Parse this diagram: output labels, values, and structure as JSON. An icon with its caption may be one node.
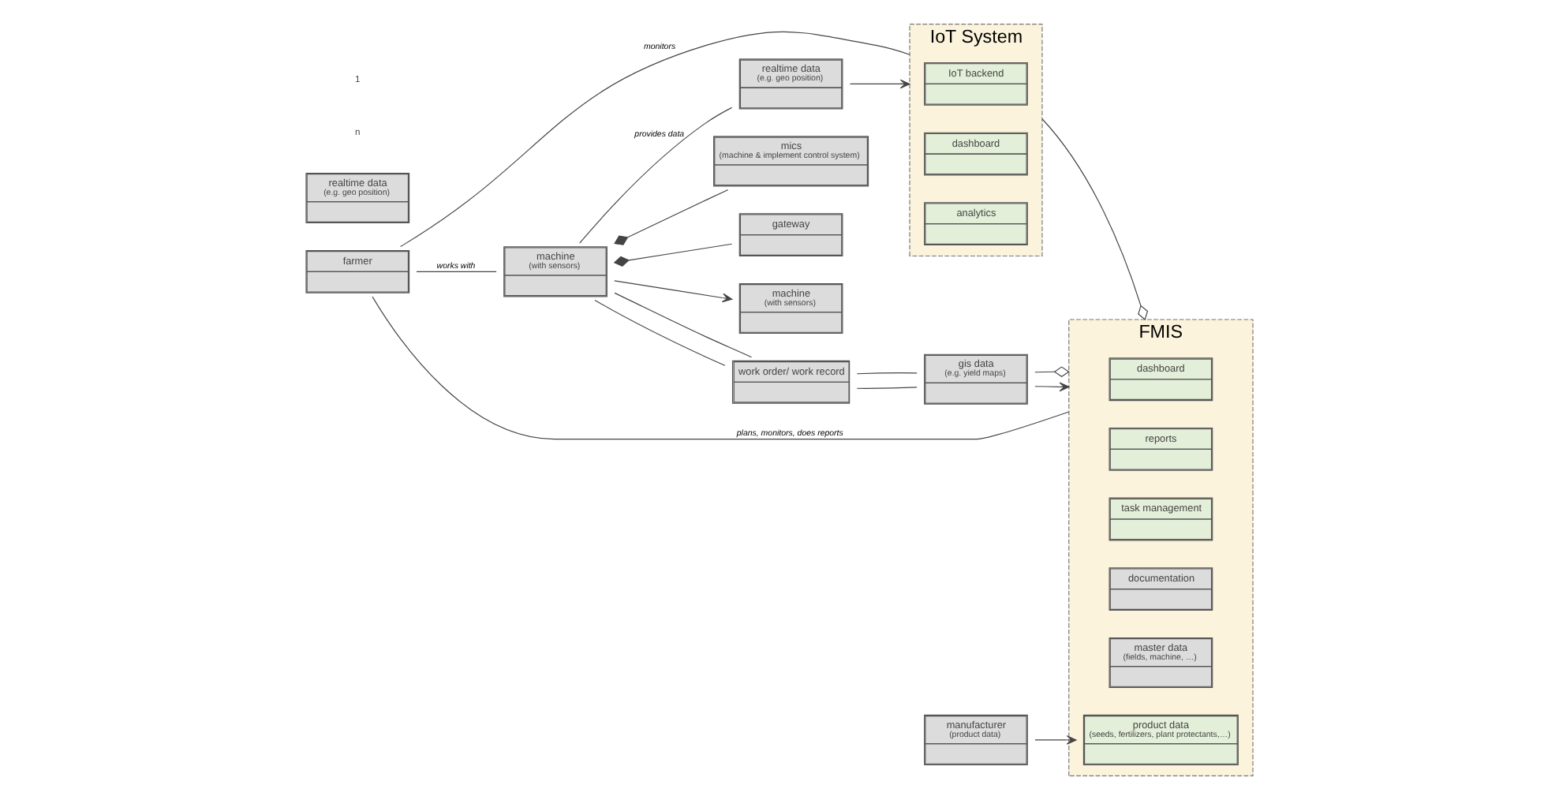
{
  "diagram": {
    "nodes": [
      {
        "text": [
          "farmer"
        ]
      },
      {
        "text": [
          "IoT System"
        ]
      },
      {
        "text": [
          "IoT backend"
        ],
        "in": 1
      },
      {
        "text": [
          "dashboard"
        ],
        "in": 1
      },
      {
        "text": [
          "analytics"
        ],
        "in": 1
      },
      {
        "text": [
          "realtime data",
          "(e.g. geo position)"
        ]
      },
      {
        "text": [
          "FMIS"
        ]
      },
      {
        "text": [
          "dashboard"
        ],
        "in": 6
      },
      {
        "text": [
          "reports"
        ],
        "in": 6
      },
      {
        "text": [
          "task management"
        ],
        "in": 6
      },
      {
        "text": [
          "documentation"
        ],
        "in": 6
      },
      {
        "text": [
          "master data",
          "(fields, machine, …)"
        ],
        "in": 6
      },
      {
        "text": [
          "product data",
          "(seeds, fertilizers, plant protectants,…)"
        ],
        "in": 6
      },
      {
        "text": [
          "realtime data",
          "(e.g. geo position)"
        ]
      },
      {
        "text": [
          "machine",
          "(with sensors)"
        ]
      },
      {
        "text": [
          "machine",
          "(with sensors)"
        ]
      },
      {
        "text": [
          "work order/ work record"
        ]
      },
      {
        "text": [
          "gis data",
          "(e.g. yield maps)"
        ]
      },
      {
        "text": [
          "mics",
          "(machine & implement control system)"
        ]
      },
      {
        "text": [
          "gateway"
        ]
      },
      {
        "text": [
          "manufacturer",
          "(product data)"
        ]
      }
    ],
    "edges": [
      {
        "from": 0,
        "to": 15,
        "arrow": "none",
        "label": "works with"
      },
      {
        "from": 0,
        "to": 6,
        "arrow": "none",
        "label": "plans, monitors, does reports"
      },
      {
        "from": 0,
        "to": 1,
        "arrow": "none",
        "label": "monitors"
      },
      {
        "from": 15,
        "to": 13,
        "arrow": "none",
        "label": "provides data"
      },
      {
        "from": 13,
        "to": 1,
        "arrow": "to"
      },
      {
        "from": 1,
        "to": 6,
        "arrow": "other"
      },
      {
        "from": 15,
        "to": 14,
        "arrow": "to"
      },
      {
        "from": 15,
        "to": 16,
        "arrow": "none"
      },
      {
        "from": 16,
        "to": 17,
        "arrow": "none"
      },
      {
        "from": 17,
        "to": 6,
        "arrow": "to"
      },
      {
        "from": 15,
        "to": 16,
        "arrow": "none"
      },
      {
        "from": 16,
        "to": 17,
        "arrow": "none"
      },
      {
        "from": 17,
        "to": 6,
        "arrow": "other"
      },
      {
        "from": 15,
        "to": 18,
        "arrow": "other"
      },
      {
        "from": 15,
        "to": 19,
        "arrow": "other"
      },
      {
        "from": 20,
        "to": 12,
        "arrow": "to"
      }
    ],
    "labels": [
      "n",
      "1"
    ]
  }
}
